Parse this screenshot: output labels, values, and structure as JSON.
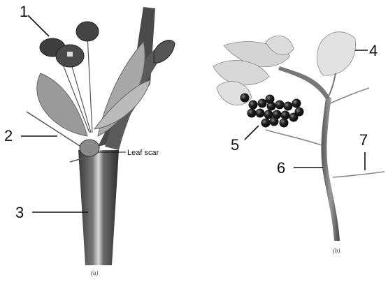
{
  "panel_a": {
    "caption": "(a)",
    "callouts": [
      "1",
      "2",
      "3"
    ],
    "leaf_scar_label": "Leaf scar"
  },
  "panel_b": {
    "caption": "(b)",
    "callouts": [
      "4",
      "5",
      "6",
      "7"
    ]
  }
}
